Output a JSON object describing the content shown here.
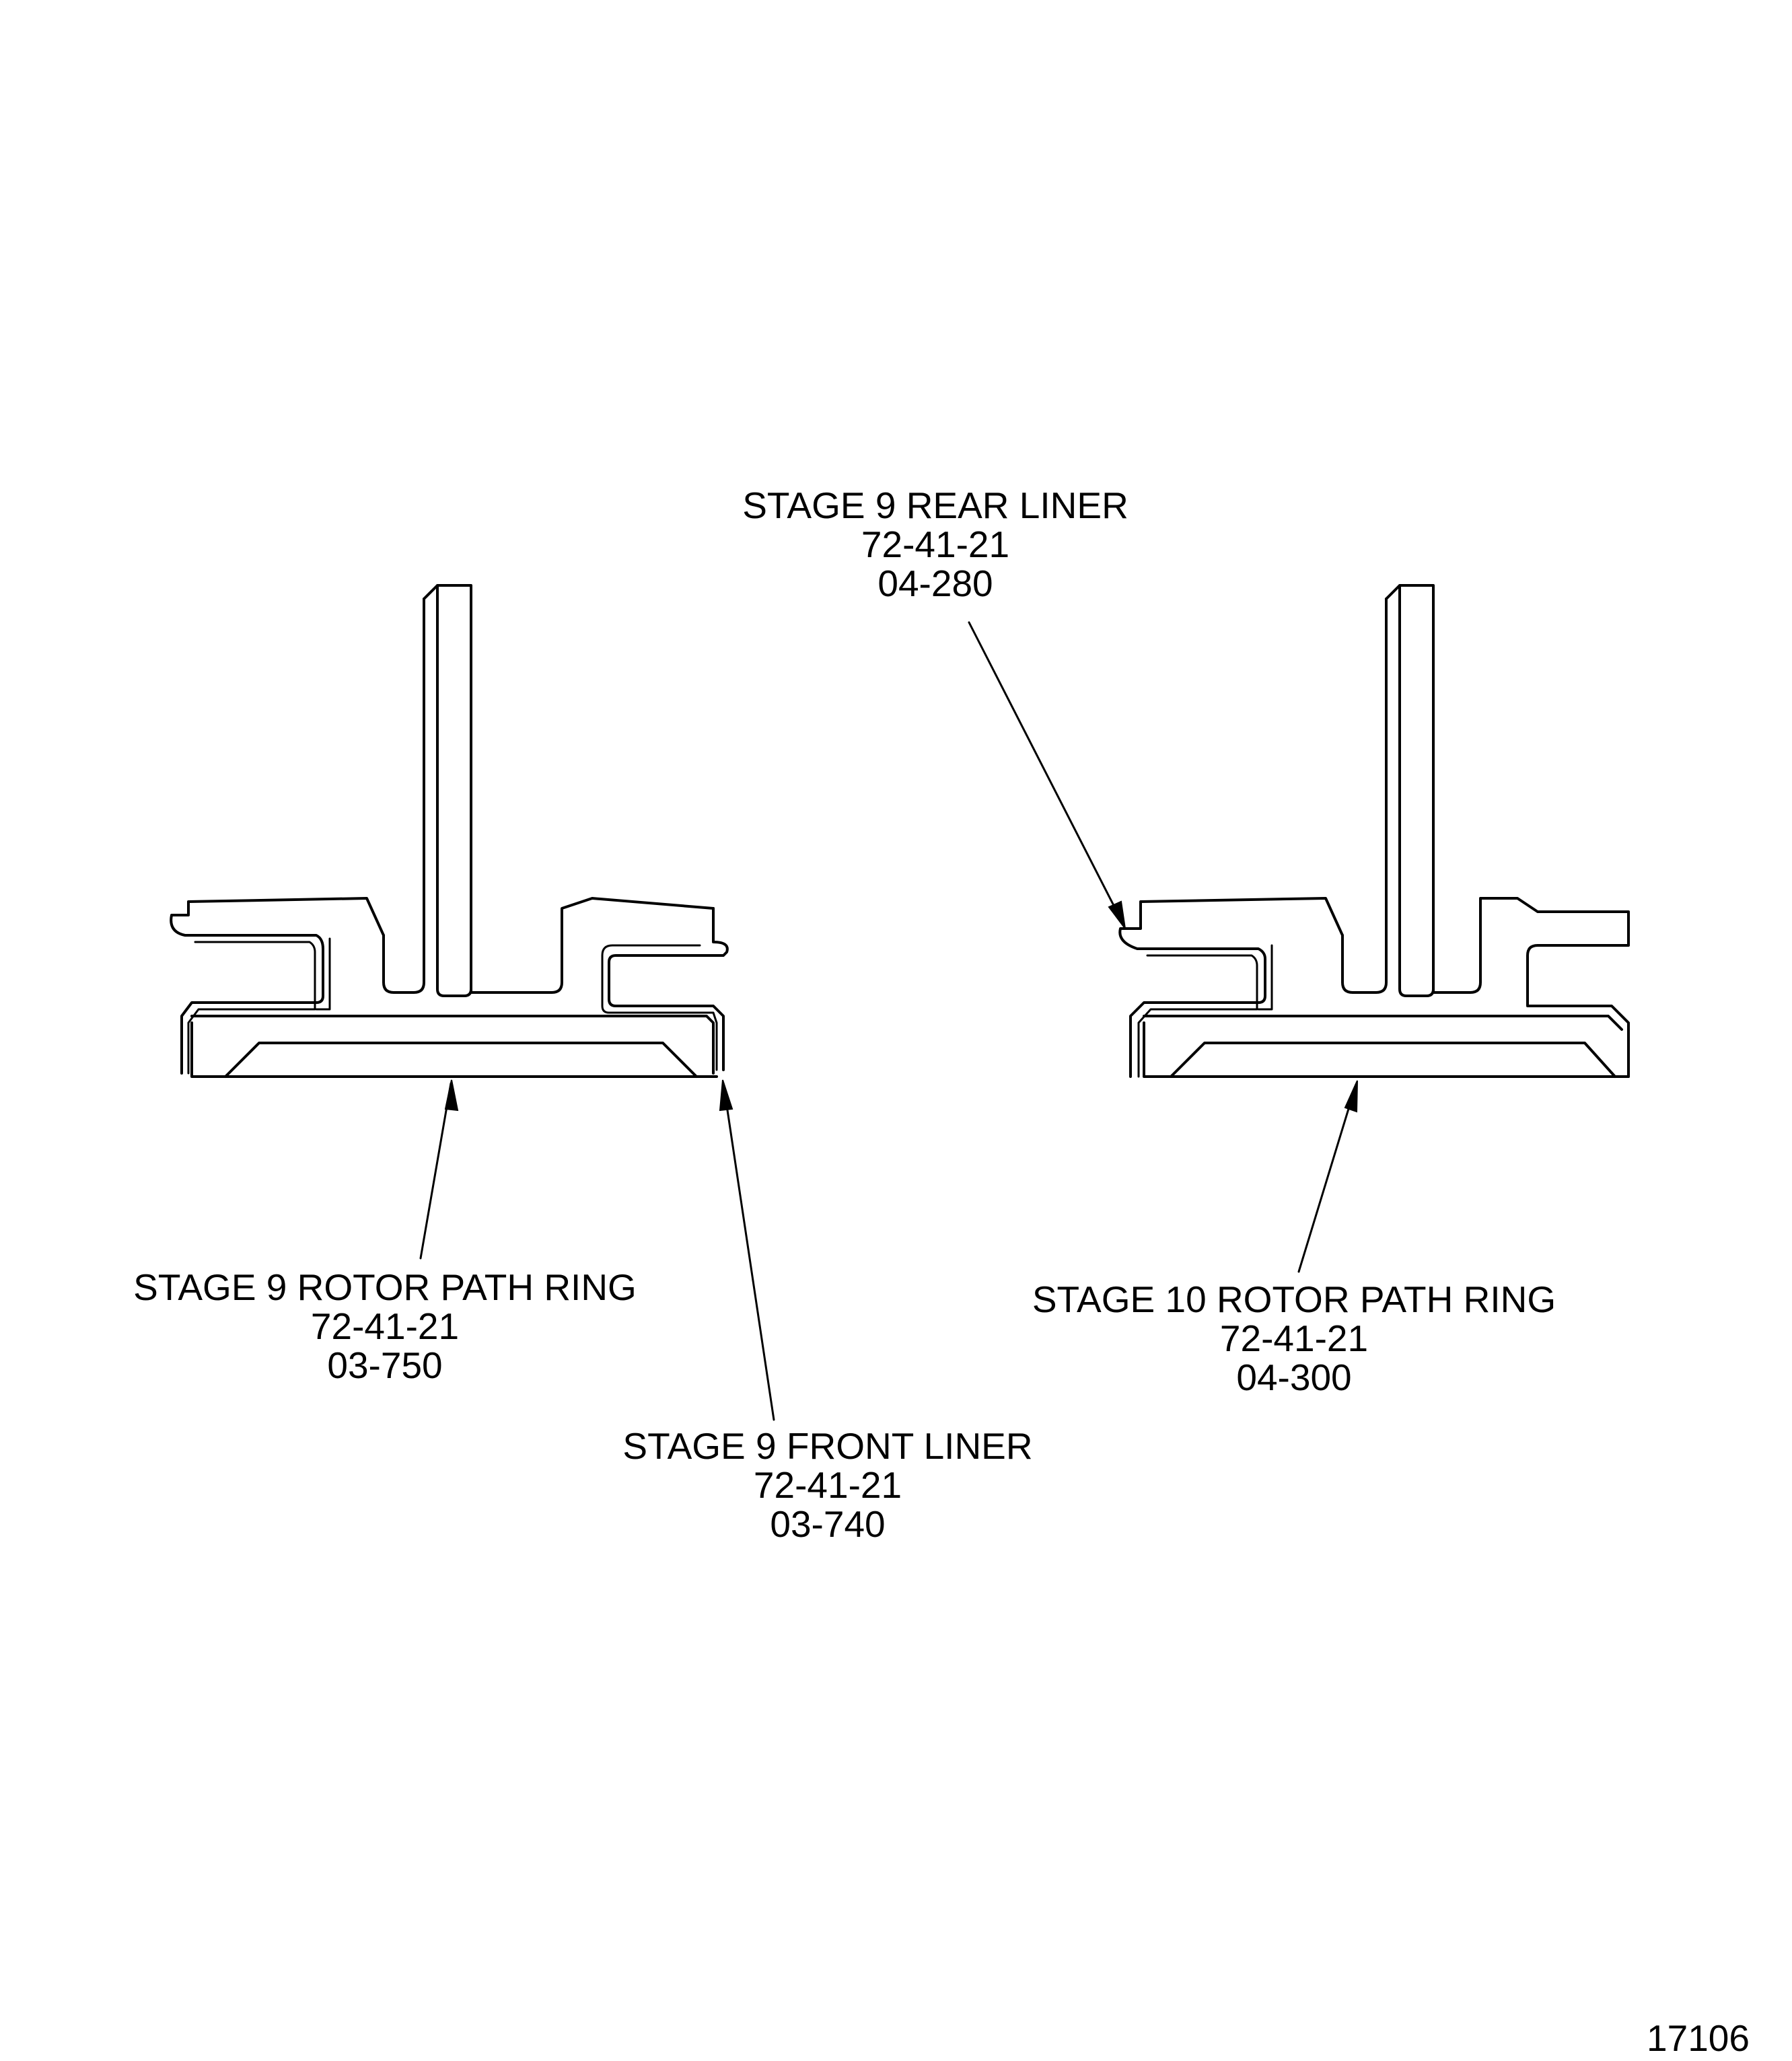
{
  "callouts": {
    "stage9_rear_liner": {
      "title": "STAGE 9 REAR LINER",
      "chapter": "72-41-21",
      "item": "04-280"
    },
    "stage9_rotor_path_ring": {
      "title": "STAGE 9 ROTOR PATH RING",
      "chapter": "72-41-21",
      "item": "03-750"
    },
    "stage9_front_liner": {
      "title": "STAGE 9 FRONT LINER",
      "chapter": "72-41-21",
      "item": "03-740"
    },
    "stage10_rotor_path_ring": {
      "title": "STAGE 10 ROTOR PATH RING",
      "chapter": "72-41-21",
      "item": "04-300"
    }
  },
  "figure_number": "17106"
}
